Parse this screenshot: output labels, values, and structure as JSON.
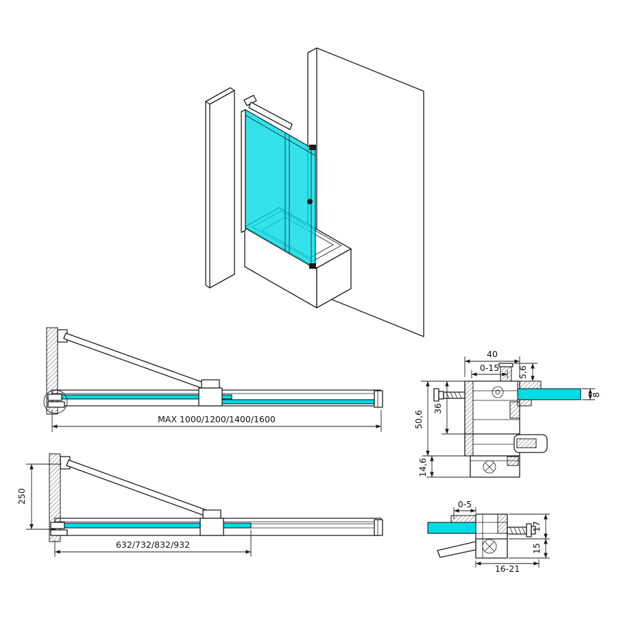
{
  "meta": {
    "description": "Technical drawing of a sliding bath screen with plan views and profile section details",
    "background": "#ffffff"
  },
  "colors": {
    "glass": "#00dbe6",
    "line": "#1a1a1a"
  },
  "plan_top": {
    "width_dim": "MAX 1000/1200/1400/1600"
  },
  "plan_bottom": {
    "offset_dim": "250",
    "glass_width_dim": "632/732/832/932"
  },
  "detail_wall": {
    "dim_top_width": "40",
    "dim_adjust": "0-15",
    "dim_screw": "5,6",
    "dim_inner_height": "36",
    "dim_total_height": "50,6",
    "dim_foot": "14,6",
    "dim_glass_thickness": "8"
  },
  "detail_end": {
    "dim_gap": "0-5",
    "dim_upper": "17",
    "dim_lower": "15",
    "dim_depth": "16-21"
  }
}
